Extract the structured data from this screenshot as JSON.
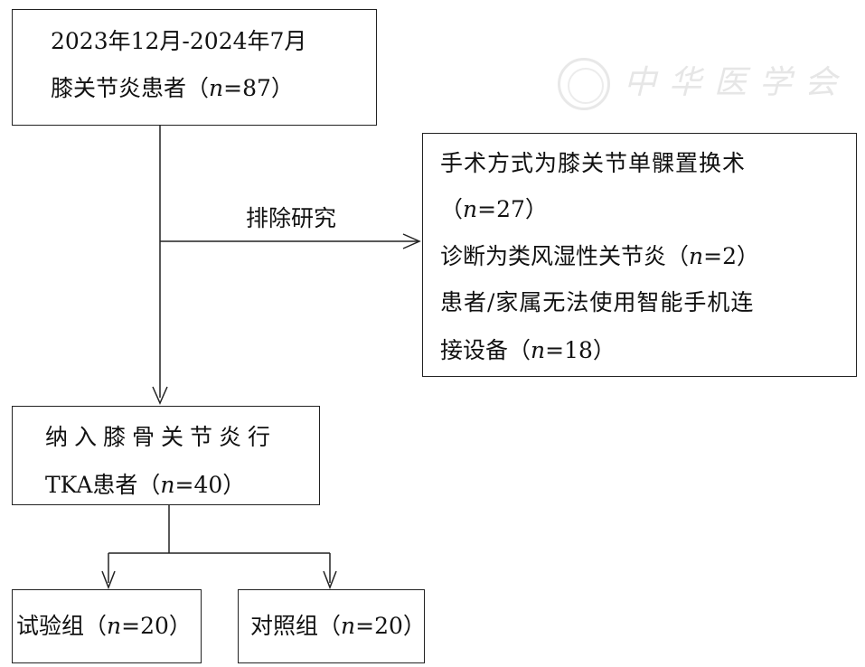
{
  "watermark": "中华医学会",
  "box_source": {
    "line1": "2023年12月-2024年7月",
    "line2": {
      "pre": "膝关节炎患者（",
      "var": "n",
      "post": "=87）"
    }
  },
  "exclusion_label": "排除研究",
  "box_excluded": {
    "line1": "手术方式为膝关节单髁置换术",
    "line2": {
      "pre": "（",
      "var": "n",
      "post": "=27）"
    },
    "line3": {
      "pre": "诊断为类风湿性关节炎（",
      "var": "n",
      "post": "=2）"
    },
    "line4": "患者/家属无法使用智能手机连",
    "line5": {
      "pre": "接设备（",
      "var": "n",
      "post": "=18）"
    }
  },
  "box_included": {
    "line1": "纳入膝骨关节炎行",
    "line2": {
      "pre": "TKA患者（",
      "var": "n",
      "post": "=40）"
    }
  },
  "box_test": {
    "pre": "试验组（",
    "var": "n",
    "post": "=20）"
  },
  "box_control": {
    "pre": "对照组（",
    "var": "n",
    "post": "=20）"
  }
}
